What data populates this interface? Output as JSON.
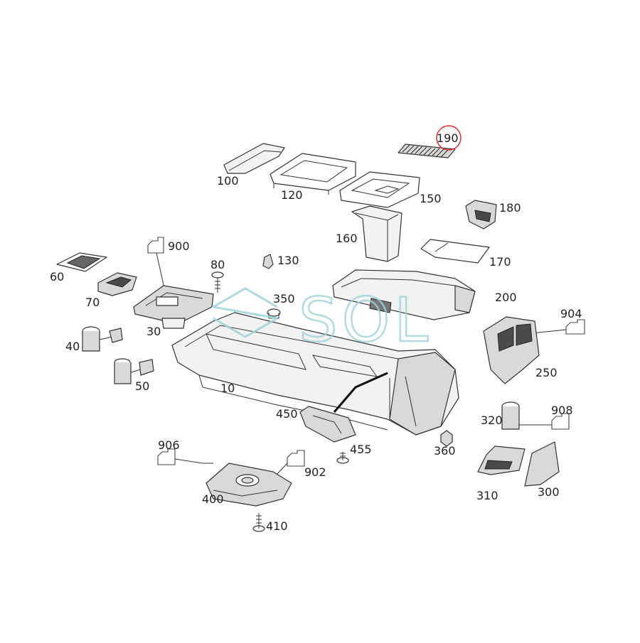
{
  "watermark": {
    "text": "SOL"
  },
  "highlight": {
    "color": "#e03030",
    "target": "190"
  },
  "labels": {
    "l10": "10",
    "l30": "30",
    "l40": "40",
    "l50": "50",
    "l60": "60",
    "l70": "70",
    "l80": "80",
    "l100": "100",
    "l120": "120",
    "l130": "130",
    "l150": "150",
    "l160": "160",
    "l170": "170",
    "l180": "180",
    "l190": "190",
    "l200": "200",
    "l250": "250",
    "l300": "300",
    "l310": "310",
    "l320": "320",
    "l350": "350",
    "l360": "360",
    "l400": "400",
    "l410": "410",
    "l450": "450",
    "l455": "455",
    "l900": "900",
    "l902": "902",
    "l904": "904",
    "l906": "906",
    "l908": "908"
  }
}
